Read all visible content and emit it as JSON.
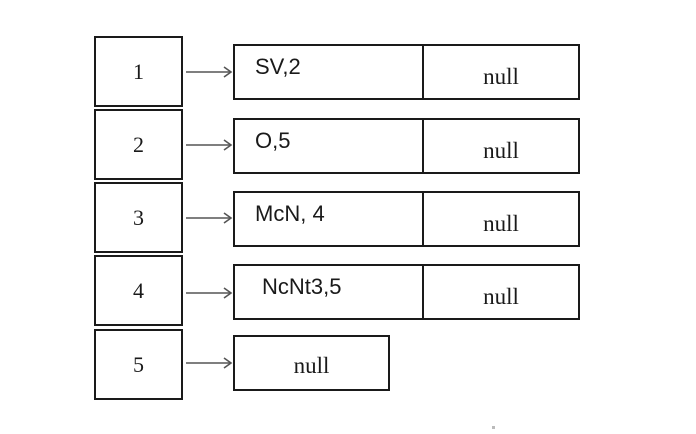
{
  "index_table": [
    {
      "label": "1"
    },
    {
      "label": "2"
    },
    {
      "label": "3"
    },
    {
      "label": "4"
    },
    {
      "label": "5"
    }
  ],
  "lists": [
    {
      "data": "SV,2",
      "next": "null"
    },
    {
      "data": "O,5",
      "next": "null"
    },
    {
      "data": "McN, 4",
      "next": "null"
    },
    {
      "data": "NcNt3,5",
      "next": "null"
    },
    {
      "data": null,
      "next": "null"
    }
  ],
  "style": {
    "line_color": "#1a1a1a",
    "arrow_color": "#555555",
    "background": "#ffffff"
  }
}
